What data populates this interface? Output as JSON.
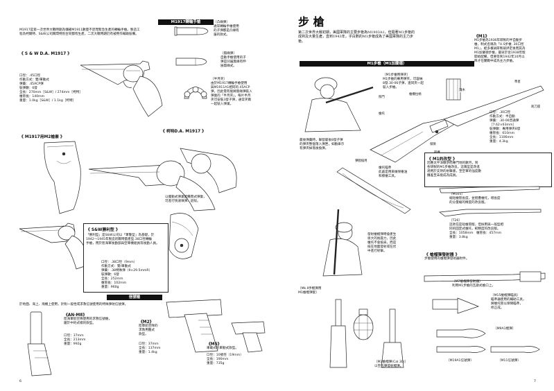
{
  "left": {
    "bar_m1917": "M1917轉輪手槍",
    "intro_m1917": [
      "M1917是第一次世界大戰時期為彌補M1911數量不足而緊急生產的轉輪手槍。製造工",
      "程為柯爾特、S&W公司兩間特別合同都有生產，二次大戰時期仍有被用作輔助裝備。"
    ],
    "sw_title": "《 S & W D.A. M1917 》",
    "sw_specs": [
      "口徑：.45口徑",
      "作動方式：雙/單動式",
      "彈藥：.45ACP彈",
      "裝彈數：6發",
      "全長：270mm［S&W］/ 274mm［柯特］",
      "槍管長：140mm",
      "重量：1.0kg［S&W］/ 1.1kg［柯特］"
    ],
    "ammo1_title": "〔凸緣彈〕",
    "ammo1_text": [
      "通常轉輪手槍使用",
      "的子彈都是凸緣有",
      "邊的款式。"
    ],
    "ammo2_title": "〔無緣彈〕",
    "ammo2_text": [
      "自動手槍使用的子",
      "彈是凹邊無緣有伸",
      "展無緣式。"
    ],
    "halfmoon_title": "〔半月夾〕",
    "halfmoon_text": [
      "由於M1917轉輪手槍使用",
      "與M1911A1相同的.45ACP",
      "彈，因此需有能將無緣彈裝入",
      "彈巢的「半月夾」，每片半月",
      "夾可安裝3發子彈，通常夾兩",
      "一起裝入彈巢。"
    ],
    "colt_title": "《 柯特D.A. M1917 》",
    "holster_title": "《 M1917用M2槍套 》",
    "colt_note": [
      "以擺動式彈巢配備而式彈巢，",
      "可進行快速填彈、退殼。"
    ],
    "victory_title": "《 S&W勝利型 》",
    "victory_text": [
      "「勝利型」是S&W公司以「軍警型」為基礎，於",
      "1942～1945年製造的戰時量產型.38口徑轉輪",
      "手槍，用於陸海軍後勤部與空軍機組員等後勤人員。"
    ],
    "victory_specs": [
      "口徑：.38口徑（9mm）",
      "作動方式：雙/單動式",
      "彈藥：.38特殊彈（9×29.5mmR）",
      "裝彈數：6發",
      "全長：252mm",
      "槍管長：102mm",
      "重量：960g"
    ],
    "bar_flare": "信號槍",
    "flare_intro": "於地面、海上、飛機上使用，針對一般性或求救信號使用的特殊彈射信號彈。",
    "anm8_title": "《AN-M8》",
    "anm8_text": [
      "陸海軍航空隊使用的求救信號槍，",
      "屬於中的式樣的款型。"
    ],
    "anm8_specs": [
      "口徑：37mm",
      "全長：213mm",
      "重量：992g"
    ],
    "m2_title": "《M2》",
    "m2_text": [
      "陸軍航空隊的",
      "求救用舊式",
      "款型。"
    ],
    "m2_specs": [
      "口徑：37mm",
      "全長：137mm",
      "重量：1.4kg"
    ],
    "m5_title": "《M5》",
    "m5_text": "車載式的單動式款型。",
    "m5_specs": [
      "口徑：10號徑（19mm）",
      "全長：190mm",
      "重量：735g"
    ],
    "page_no": "6"
  },
  "right": {
    "section_title": "步 槍",
    "intro": [
      "第二次世界大戰初期，美國軍隊的主要步槍為M1903A1，但隨著M1步槍的",
      "成熟及大量生產，直到1943年，乎白數的M1步槍成為了美國軍隊的主力步",
      "槍。"
    ],
    "bar_m1": "M1步槍（M1加蘭德）",
    "m1_box_title": "《M1》",
    "m1_box_text": [
      "M1步槍為1936年研製的半自動步",
      "槍，制式名稱為「U.S步槍 .30口徑",
      "M1」，經多番試研製裁評定後而其為",
      "M1加蘭德步槍，最早於從1938年駁",
      "開始配備，但要等到1942年10月以",
      "降才在實戰中成為主力步槍。"
    ],
    "m1_specs": [
      "口徑：.30口徑",
      "作動方式：半自動",
      "彈藥：.30-06普通彈",
      "［7.62×63mm］",
      "裝彈數：專用彈夾8發",
      "槍管長：610mm",
      "全長：1106mm",
      "重量：4.3kg"
    ],
    "clip_box_title": "〔M1步槍用彈夾〕",
    "clip_box_text": [
      "M1步槍的專用彈夾，可容納",
      "8發.30-06子彈，連同夾一起",
      "裝入步槍。"
    ],
    "labels": [
      "彈膛插用",
      "照門",
      "槍托",
      "護木",
      "準星",
      "刺刀座",
      "保險",
      "扳機",
      "槍機拉柄"
    ],
    "empty_clip_text": [
      "最後彈藥時，擊發最後8發子彈",
      "的彈夾整個落入彈匣，如動庫示",
      "有彈夾掉落後換彈。"
    ],
    "sling_title": "槍托瞄準",
    "sling_text": [
      "此處是用來做保養油",
      "和擦槍工具。"
    ],
    "grenade_text": [
      "發射槍榴彈時會產生",
      "很大的後座力，因此",
      "槍托不會抵肩，而是",
      "抵在地面發射或在伏",
      "中進行射擊。"
    ],
    "m1_variants_title": "《 M1的改型 》",
    "m1_variants_text": [
      "因應太平洋戰爭而專門地的數月，到",
      "各研製的M1步槍改良，這兩型是改進",
      "適用於支持的射擊版，至空軍的強度數",
      "攤差至未能成為成員。"
    ],
    "m1e5_title": "〔M1E5〕",
    "m1e5_text": [
      "縮短槍管長度，並摺疊槍托，增長度",
      "的分量縮的精度的改良版。"
    ],
    "t26_title": "〔T26〕",
    "t26_text": [
      "這款在是短槍管版，但採用與一般型相",
      "同的固定式槍托，較精度的改良版。"
    ],
    "t26_specs": [
      "全長：1058mm　槍管長：457mm",
      "重量：3.8kg"
    ],
    "launcher_title": "《 槍榴彈發射器 》",
    "launcher_text": "步槍使用的槍榴彈發射器附件。",
    "mk2_caption": [
      "〔Mk.Ⅱ手榴彈用",
      "M1槍榴彈套〕"
    ],
    "m7_caption": [
      "〔M7槍榴彈發射器〕",
      "利用M1步槍的瓦斯式槍口上。"
    ],
    "m15_caption": [
      "〔M15槍榴彈瞄具〕",
      "瞄準器使用的輔助工具，",
      "將槍托管以保障瞄準，",
      "修正成。"
    ],
    "m9a1_caption": "〔M9A1榴彈〕",
    "m3_caption": [
      "〔M3槍榴彈(Cal.30)〕",
      "以空包彈發射榴彈。"
    ],
    "m19a1_caption": "〔M19A1信號彈〕",
    "m11_caption": "〔M11信號彈〕",
    "page_no": "7"
  }
}
